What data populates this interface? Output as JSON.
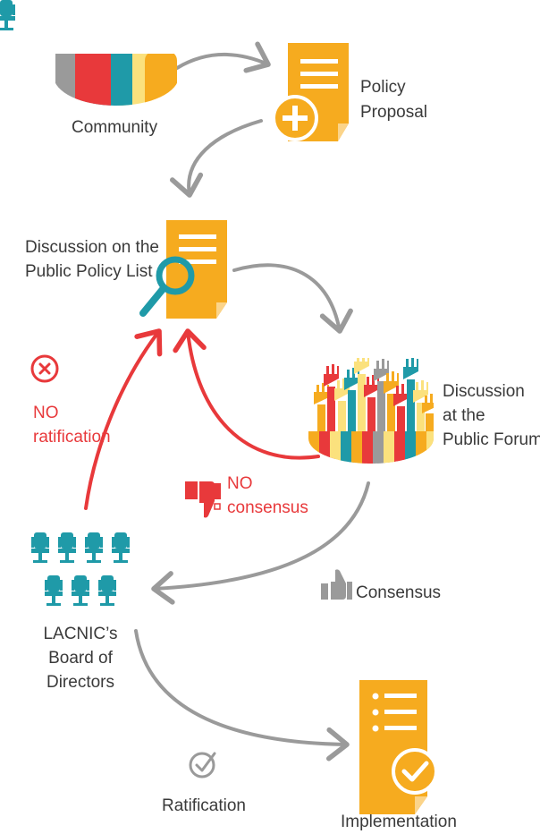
{
  "nodes": {
    "community": {
      "label": "Community"
    },
    "policy_proposal": {
      "line1": "Policy",
      "line2": "Proposal"
    },
    "discussion_list": {
      "line1": "Discussion on the",
      "line2": "Public Policy List"
    },
    "discussion_forum": {
      "line1": "Discussion",
      "line2": "at the",
      "line3": "Public Forum"
    },
    "board": {
      "line1": "LACNIC’s",
      "line2": "Board of",
      "line3": "Directors"
    },
    "implementation": {
      "label": "Implementation"
    }
  },
  "edges": {
    "no_ratification": {
      "line1": "NO",
      "line2": "ratification"
    },
    "no_consensus": {
      "line1": "NO",
      "line2": "consensus"
    },
    "consensus": {
      "label": "Consensus"
    },
    "ratification": {
      "label": "Ratification"
    }
  },
  "colors": {
    "orange": "#f6ab1f",
    "teal": "#1f9aa8",
    "red": "#e8393b",
    "gray": "#9a9a9a",
    "yellow": "#fbe17d",
    "text": "#3a3a3a"
  },
  "icons": [
    "people-group-icon",
    "document-plus-icon",
    "document-search-icon",
    "raised-hands-icon",
    "board-chairs-icon",
    "document-check-icon",
    "x-circle-icon",
    "thumbs-down-icon",
    "thumbs-up-icon",
    "check-circle-icon"
  ]
}
